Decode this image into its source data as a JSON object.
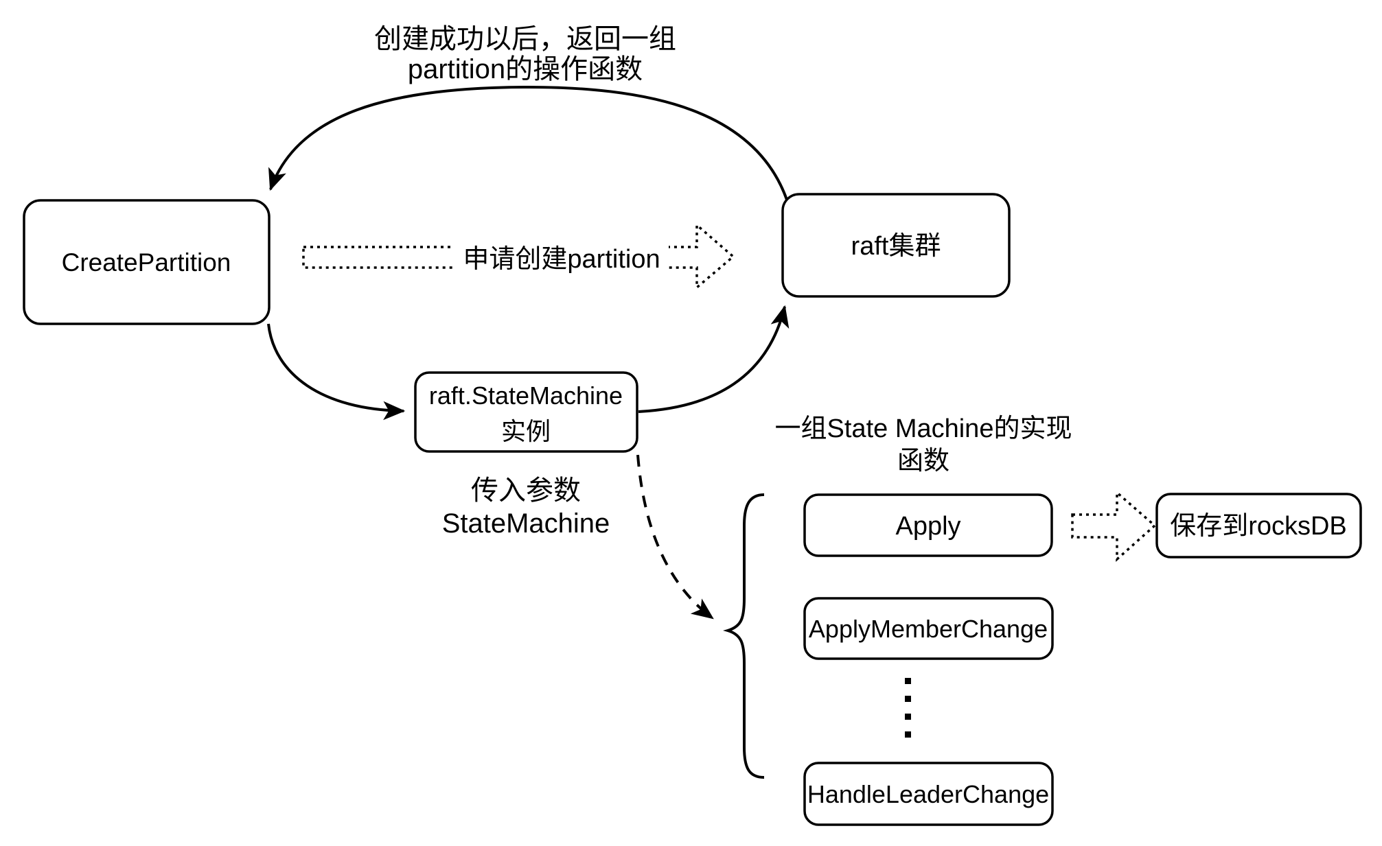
{
  "colors": {
    "background": "#ffffff",
    "stroke": "#000000",
    "text": "#000000"
  },
  "nodes": {
    "create_partition": "CreatePartition",
    "raft_cluster": "raft集群",
    "state_machine_line1": "raft.StateMachine",
    "state_machine_line2": "实例",
    "apply": "Apply",
    "apply_member_change": "ApplyMemberChange",
    "handle_leader_change": "HandleLeaderChange",
    "save_rocksdb": "保存到rocksDB"
  },
  "annotations": {
    "return_note_line1": "创建成功以后，返回一组",
    "return_note_line2": "partition的操作函数",
    "request_create": "申请创建partition",
    "pass_param_line1": "传入参数",
    "pass_param_line2": "StateMachine",
    "impl_note_line1": "一组State Machine的实现",
    "impl_note_line2": "函数"
  }
}
